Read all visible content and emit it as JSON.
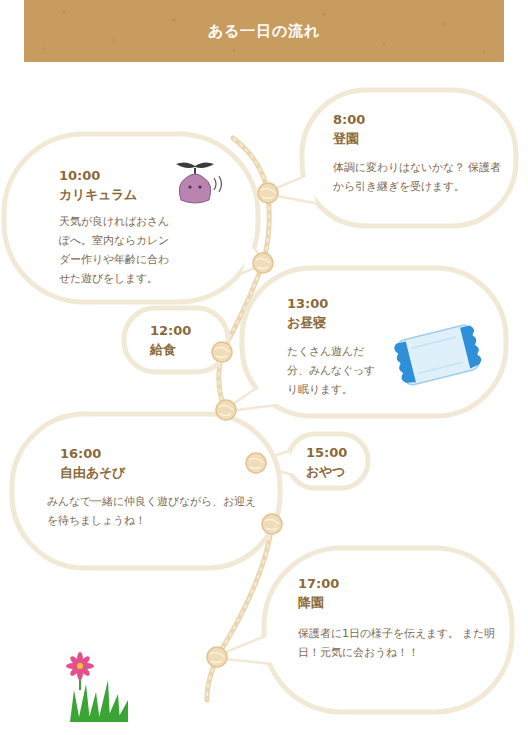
{
  "diagram": {
    "title": "ある一日の流れ",
    "nodes": [
      {
        "text": [
          "8:00",
          "登園",
          "体調に変わりはないかな？ 保護者から引き継ぎを受けます。"
        ]
      },
      {
        "text": [
          "10:00",
          "カリキュラム",
          "天気が良ければおさんぽへ。室内ならカレンダー作りや年齢に合わせた遊びをします。"
        ]
      },
      {
        "text": [
          "12:00",
          "給食"
        ]
      },
      {
        "text": [
          "13:00",
          "お昼寝",
          "たくさん遊んだ分、みんなぐっすり眠ります。"
        ]
      },
      {
        "text": [
          "15:00",
          "おやつ"
        ]
      },
      {
        "text": [
          "16:00",
          "自由あそび",
          "みんなで一緒に仲良く遊びながら、お迎えを待ちましょうね！"
        ]
      },
      {
        "text": [
          "17:00",
          "降園",
          "保護者に1日の様子を伝えます。 また明日！元気に会おうね！！"
        ]
      }
    ]
  }
}
